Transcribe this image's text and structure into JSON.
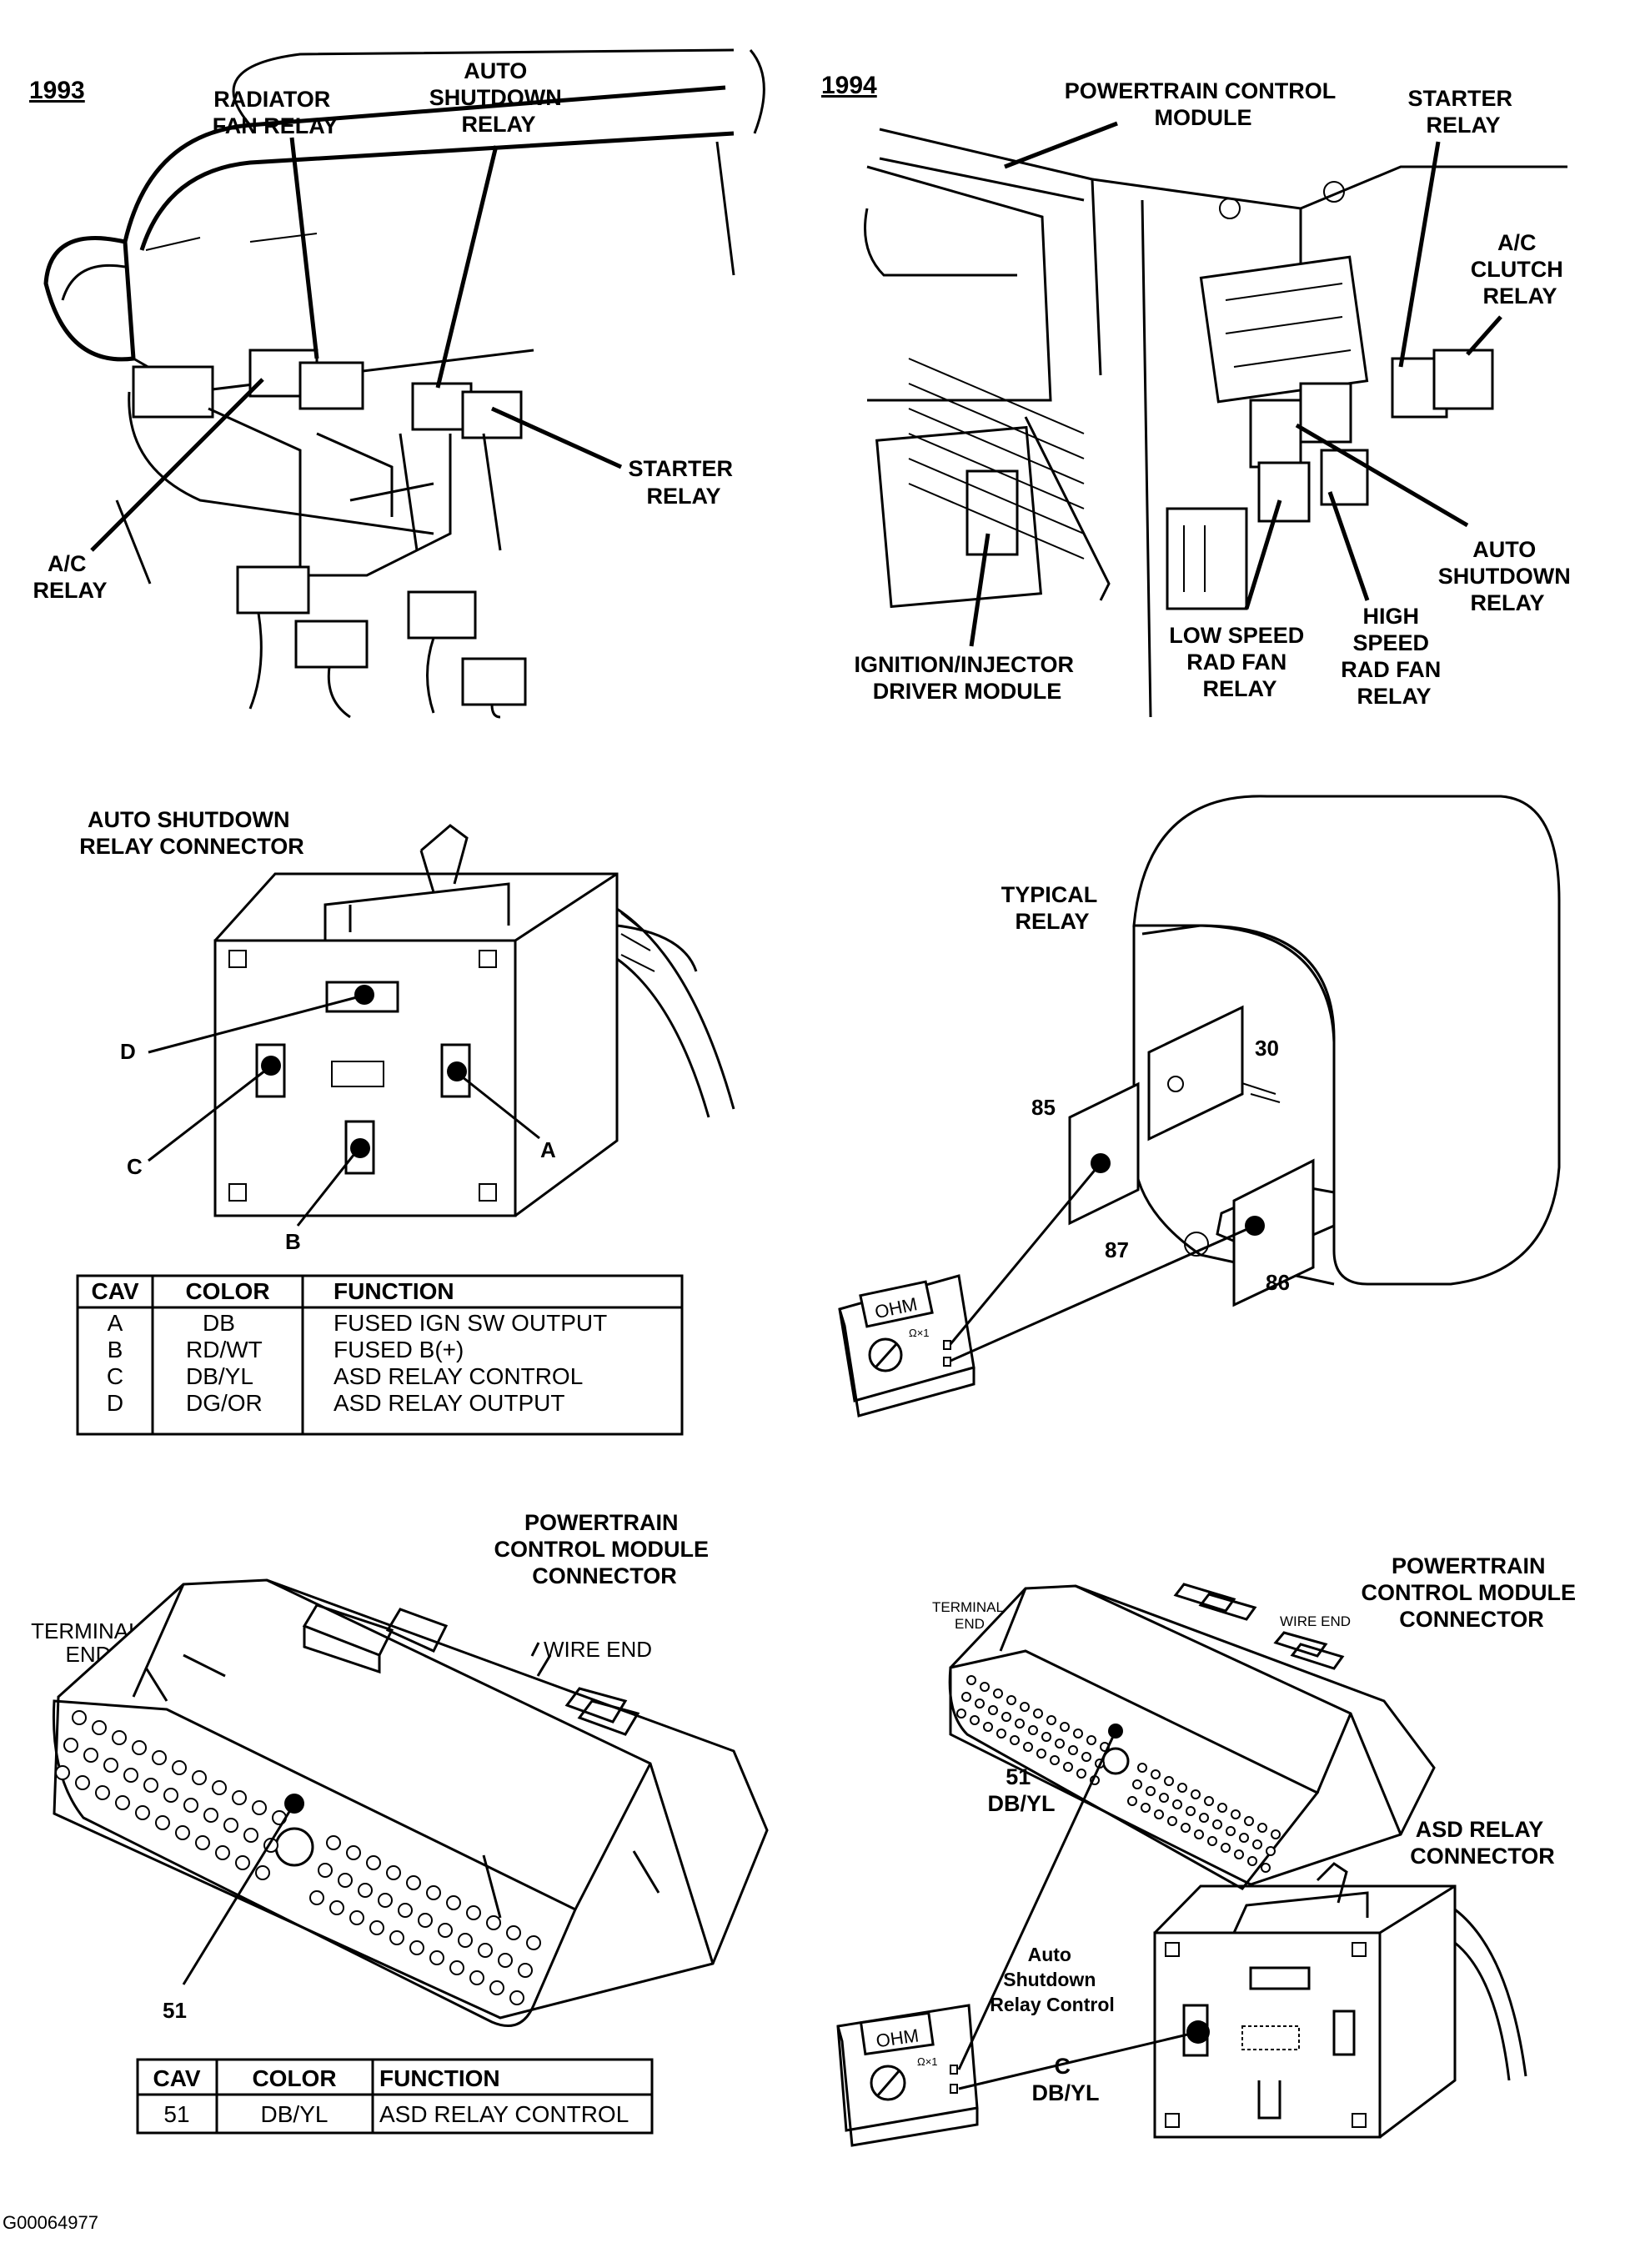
{
  "panel_1993": {
    "year": "1993",
    "labels": {
      "radiator_fan_relay": [
        "RADIATOR",
        "FAN RELAY"
      ],
      "auto_shutdown_relay": [
        "AUTO",
        "SHUTDOWN",
        "RELAY"
      ],
      "starter_relay": [
        "STARTER",
        "RELAY"
      ],
      "ac_relay": [
        "A/C",
        "RELAY"
      ]
    }
  },
  "panel_1994": {
    "year": "1994",
    "labels": {
      "pcm": [
        "POWERTRAIN CONTROL",
        "MODULE"
      ],
      "starter_relay": [
        "STARTER",
        "RELAY"
      ],
      "ac_clutch_relay": [
        "A/C",
        "CLUTCH",
        "RELAY"
      ],
      "auto_shutdown_relay": [
        "AUTO",
        "SHUTDOWN",
        "RELAY"
      ],
      "high_speed_fan_relay": [
        "HIGH",
        "SPEED",
        "RAD FAN",
        "RELAY"
      ],
      "low_speed_fan_relay": [
        "LOW SPEED",
        "RAD FAN",
        "RELAY"
      ],
      "ignition_injector_module": [
        "IGNITION/INJECTOR",
        "DRIVER MODULE"
      ]
    }
  },
  "asd_connector": {
    "title": [
      "AUTO SHUTDOWN",
      "RELAY CONNECTOR"
    ],
    "pins": {
      "a": "A",
      "b": "B",
      "c": "C",
      "d": "D"
    },
    "table": {
      "headers": [
        "CAV",
        "COLOR",
        "FUNCTION"
      ],
      "rows": [
        [
          "A",
          "DB",
          "FUSED IGN SW OUTPUT"
        ],
        [
          "B",
          "RD/WT",
          "FUSED B(+)"
        ],
        [
          "C",
          "DB/YL",
          "ASD RELAY CONTROL"
        ],
        [
          "D",
          "DG/OR",
          "ASD RELAY OUTPUT"
        ]
      ]
    }
  },
  "typical_relay": {
    "title": [
      "TYPICAL",
      "RELAY"
    ],
    "terminals": {
      "t30": "30",
      "t85": "85",
      "t87": "87",
      "t86": "86"
    },
    "meter": {
      "display": "OHM",
      "range": "Ω×1"
    }
  },
  "pcm_connector_left": {
    "title": [
      "POWERTRAIN",
      "CONTROL MODULE",
      "CONNECTOR"
    ],
    "terminal_end": [
      "TERMINAL",
      "END"
    ],
    "wire_end": "WIRE  END",
    "pin_label": "51",
    "table": {
      "headers": [
        "CAV",
        "COLOR",
        "FUNCTION"
      ],
      "rows": [
        [
          "51",
          "DB/YL",
          "ASD RELAY CONTROL"
        ]
      ]
    }
  },
  "pcm_connector_right": {
    "title": [
      "POWERTRAIN",
      "CONTROL MODULE",
      "CONNECTOR"
    ],
    "terminal_end": [
      "TERMINAL",
      "END"
    ],
    "wire_end": "WIRE  END",
    "pin_label": [
      "51",
      "DB/YL"
    ],
    "asd_title": [
      "ASD RELAY",
      "CONNECTOR"
    ],
    "control_label": [
      "Auto",
      "Shutdown",
      "Relay Control"
    ],
    "cav_label": [
      "C",
      "DB/YL"
    ],
    "meter": {
      "display": "OHM",
      "range": "Ω×1"
    }
  },
  "figure_code": "G00064977"
}
